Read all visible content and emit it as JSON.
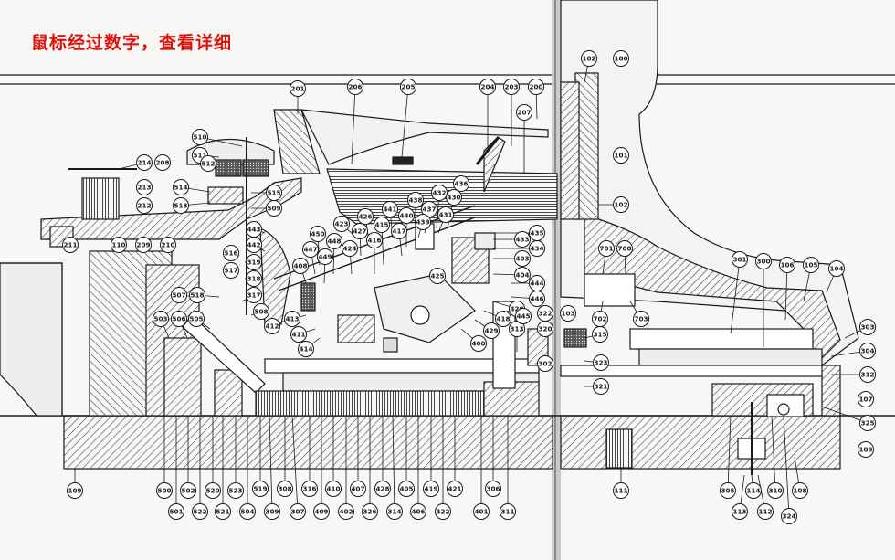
{
  "header": {
    "instruction": "鼠标经过数字，查看详细"
  },
  "palette": {
    "ink": "#1a1a1a",
    "paper": "#f7f7f6",
    "banner_red": "#e0120c",
    "gutter": "#b9b9b9"
  },
  "callouts": [
    {
      "id": "100"
    },
    {
      "id": "101"
    },
    {
      "id": "102"
    },
    {
      "id": "102b",
      "label": "102"
    },
    {
      "id": "103"
    },
    {
      "id": "104"
    },
    {
      "id": "105"
    },
    {
      "id": "106"
    },
    {
      "id": "107"
    },
    {
      "id": "108"
    },
    {
      "id": "109"
    },
    {
      "id": "109b",
      "label": "109"
    },
    {
      "id": "110"
    },
    {
      "id": "111"
    },
    {
      "id": "112"
    },
    {
      "id": "113"
    },
    {
      "id": "114"
    },
    {
      "id": "200"
    },
    {
      "id": "201"
    },
    {
      "id": "203"
    },
    {
      "id": "204"
    },
    {
      "id": "205"
    },
    {
      "id": "206"
    },
    {
      "id": "207"
    },
    {
      "id": "208"
    },
    {
      "id": "209"
    },
    {
      "id": "210"
    },
    {
      "id": "211"
    },
    {
      "id": "212"
    },
    {
      "id": "213"
    },
    {
      "id": "214"
    },
    {
      "id": "300"
    },
    {
      "id": "301"
    },
    {
      "id": "302"
    },
    {
      "id": "303"
    },
    {
      "id": "304"
    },
    {
      "id": "305"
    },
    {
      "id": "306"
    },
    {
      "id": "307"
    },
    {
      "id": "308"
    },
    {
      "id": "309"
    },
    {
      "id": "310"
    },
    {
      "id": "311"
    },
    {
      "id": "312"
    },
    {
      "id": "313"
    },
    {
      "id": "314"
    },
    {
      "id": "315"
    },
    {
      "id": "316"
    },
    {
      "id": "317"
    },
    {
      "id": "318"
    },
    {
      "id": "319"
    },
    {
      "id": "320"
    },
    {
      "id": "321"
    },
    {
      "id": "322"
    },
    {
      "id": "323"
    },
    {
      "id": "324"
    },
    {
      "id": "325"
    },
    {
      "id": "326"
    },
    {
      "id": "400"
    },
    {
      "id": "401"
    },
    {
      "id": "402"
    },
    {
      "id": "403"
    },
    {
      "id": "404"
    },
    {
      "id": "405"
    },
    {
      "id": "406"
    },
    {
      "id": "407"
    },
    {
      "id": "408"
    },
    {
      "id": "409"
    },
    {
      "id": "410"
    },
    {
      "id": "411"
    },
    {
      "id": "412"
    },
    {
      "id": "413"
    },
    {
      "id": "414"
    },
    {
      "id": "415"
    },
    {
      "id": "416"
    },
    {
      "id": "417"
    },
    {
      "id": "418"
    },
    {
      "id": "419"
    },
    {
      "id": "420"
    },
    {
      "id": "421"
    },
    {
      "id": "422"
    },
    {
      "id": "423"
    },
    {
      "id": "424"
    },
    {
      "id": "425"
    },
    {
      "id": "426"
    },
    {
      "id": "427"
    },
    {
      "id": "428"
    },
    {
      "id": "429"
    },
    {
      "id": "430"
    },
    {
      "id": "431"
    },
    {
      "id": "432"
    },
    {
      "id": "433"
    },
    {
      "id": "434"
    },
    {
      "id": "435"
    },
    {
      "id": "436"
    },
    {
      "id": "437"
    },
    {
      "id": "438"
    },
    {
      "id": "439"
    },
    {
      "id": "440"
    },
    {
      "id": "441"
    },
    {
      "id": "442"
    },
    {
      "id": "443"
    },
    {
      "id": "444"
    },
    {
      "id": "445"
    },
    {
      "id": "446"
    },
    {
      "id": "447"
    },
    {
      "id": "448"
    },
    {
      "id": "449"
    },
    {
      "id": "450"
    },
    {
      "id": "500"
    },
    {
      "id": "501"
    },
    {
      "id": "502"
    },
    {
      "id": "503"
    },
    {
      "id": "504"
    },
    {
      "id": "505"
    },
    {
      "id": "506"
    },
    {
      "id": "507"
    },
    {
      "id": "508"
    },
    {
      "id": "509"
    },
    {
      "id": "510"
    },
    {
      "id": "511"
    },
    {
      "id": "512"
    },
    {
      "id": "513"
    },
    {
      "id": "514"
    },
    {
      "id": "515"
    },
    {
      "id": "516"
    },
    {
      "id": "517"
    },
    {
      "id": "518"
    },
    {
      "id": "519"
    },
    {
      "id": "520"
    },
    {
      "id": "521"
    },
    {
      "id": "522"
    },
    {
      "id": "523"
    },
    {
      "id": "700"
    },
    {
      "id": "701"
    },
    {
      "id": "702"
    },
    {
      "id": "703"
    }
  ]
}
